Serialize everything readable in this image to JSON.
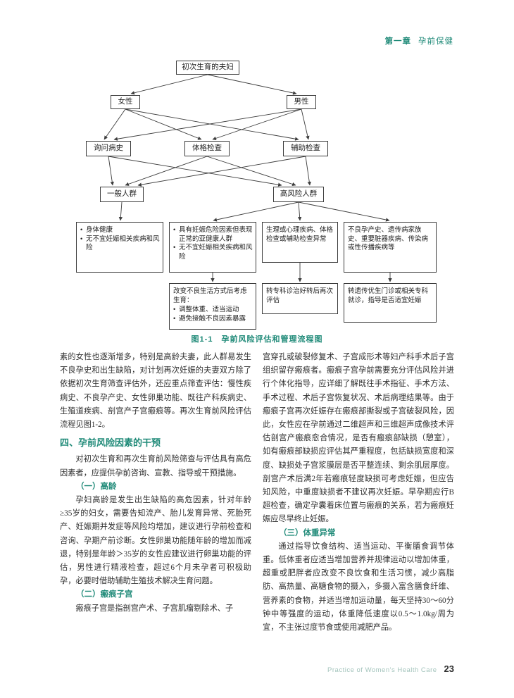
{
  "header": {
    "chapter": "第一章",
    "title": "孕前保健"
  },
  "flowchart": {
    "caption": "图1-1　孕前风险评估和管理流程图",
    "nodes": {
      "couple": "初次生育的夫妇",
      "female": "女性",
      "male": "男性",
      "history": "询问病史",
      "physical": "体格检查",
      "auxiliary": "辅助检查",
      "general": "一般人群",
      "high_risk": "高风险人群",
      "healthy": {
        "items": [
          "身体健康",
          "无不宜妊娠相关疾病和风险"
        ]
      },
      "subhealth": {
        "items": [
          "具有妊娠危险因素但表现正常的亚健康人群",
          "无不宜妊娠相关疾病和风险"
        ]
      },
      "abnormal": "生理或心理疾病、体格检查或辅助检查异常",
      "bad_history": "不良孕产史、遗传病家族史、重要脏器疾病、传染病或性传播疾病等",
      "lifestyle": {
        "lead": "改变不良生活方式后考虑生育：",
        "items": [
          "调整体重、适当运动",
          "避免接触不良因素暴露"
        ]
      },
      "specialist": "转专科诊治好转后再次评估",
      "genetics": "转遗传优生门诊或相关专科就诊，指导是否适宜妊娠"
    }
  },
  "body": {
    "left": {
      "p1": "素的女性也逐渐增多，特别是高龄夫妻，此人群易发生不良孕史和出生缺陷，对计划再次妊娠的夫妻双方除了依据初次生育筛查评估外，还应重点筛查评估：慢性疾病史、不良孕产史、女性卵巢功能、既往产科疾病史、生殖道疾病、剖宫产子宫瘢痕等。再次生育前风险评估流程见图1-2。",
      "section_head": "四、孕前风险因素的干预",
      "p2": "对初次生育和再次生育前风险筛查与评估具有高危因素者，应提供孕前咨询、宣教、指导或干预措施。",
      "sub_head_age": "（一）高龄",
      "p3": "孕妇高龄是发生出生缺陷的高危因素，针对年龄≥35岁的妇女，需要告知流产、胎儿发育异常、死胎死产、妊娠期并发症等风险均增加，建议进行孕前检查和咨询、孕期产前诊断。女性卵巢功能随年龄的增加而减退，特别是年龄＞35岁的女性应建议进行卵巢功能的评估，男性进行精液检查，超过6个月未孕者可积极助孕，必要时借助辅助生殖技术解决生育问题。",
      "sub_head_scar": "（二）瘢痕子宫",
      "p4": "瘢痕子宫是指剖宫产术、子宫肌瘤剔除术、子"
    },
    "right": {
      "p1": "宫穿孔或破裂修复术、子宫成形术等妇产科手术后子宫组织留存瘢痕者。瘢痕子宫孕前需要充分评估风险并进行个体化指导，应详细了解既往手术指征、手术方法、手术过程、术后子宫恢复状况、术后病理结果等。由于瘢痕子宫再次妊娠存在瘢痕部撕裂或子宫破裂风险，因此，女性应在孕前通过二维超声和三维超声成像技术评估剖宫产瘢痕愈合情况，是否有瘢痕部缺损（憩室），如有瘢痕部缺损应评估其严重程度，包括缺损宽度和深度、缺损处子宫浆膜层是否平整连续、剩余肌层厚度。剖宫产术后满2年若瘢痕轻度缺损可考虑妊娠，但应告知风险，中重度缺损者不建议再次妊娠。早孕期应行B超检查，确定孕囊着床位置与瘢痕的关系，若为瘢痕妊娠应尽早终止妊娠。",
      "sub_head_weight": "（三）体重异常",
      "p2": "通过指导饮食结构、适当运动、平衡膳食调节体重。低体重者应适当增加营养并规律运动以增加体重，超重或肥胖者应改变不良饮食和生活习惯，减少高脂肪、高热量、高糖食物的摄入，多摄入富含膳食纤维、营养素的食物，并适当增加运动量，每天坚持30～60分钟中等强度的运动，体重降低速度以0.5～1.0kg/周为宜，不主张过度节食或使用减肥产品。"
    }
  },
  "footer": {
    "book": "Practice of Women's Health Care",
    "page": "23"
  }
}
